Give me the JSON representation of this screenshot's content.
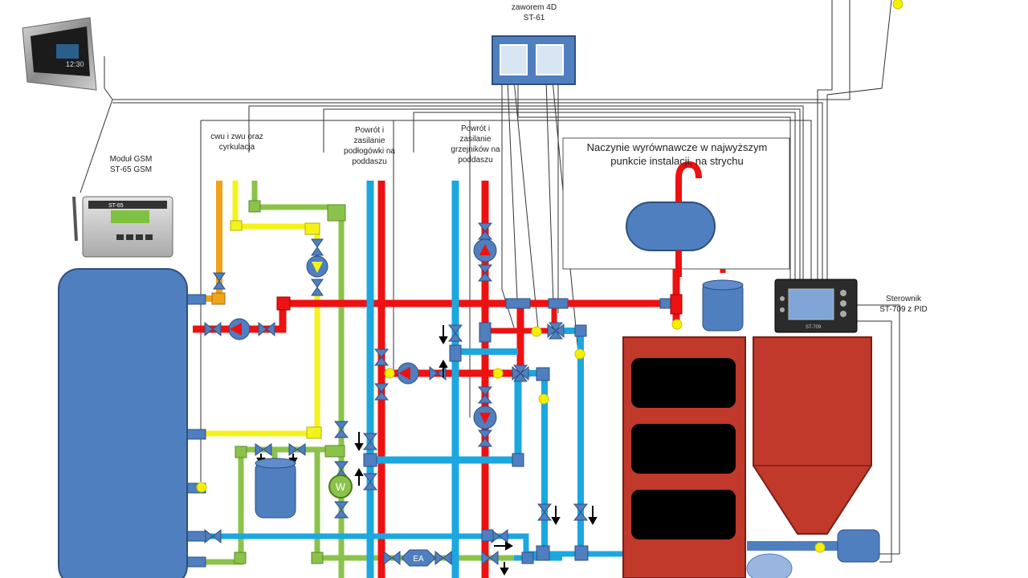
{
  "labels": {
    "mixing_controller": "zaworem 4D\nST-61",
    "gsm_module": "Moduł GSM\nST-65 GSM",
    "dhw_circulation": "cwu i zwu oraz\ncyrkulacja",
    "floor_heating_attic": "Powrót i\nzasilanie\npodłogówki na\npoddaszu",
    "radiators_attic": "Powrót i\nzasilanie\ngrzejników na\npoddaszu",
    "expansion_vessel": "Naczynie wyrównawcze w najwyższym\npunkcie instalacji, na strychu",
    "boiler_controller": "Sterownik\nST-709 z PID",
    "gsm_device_model": "ST-65",
    "room_panel_time": "12:30",
    "flow_meter_symbol": "W",
    "expansion_tank_symbol": "EA",
    "boiler_controller_model": "ST-709"
  },
  "colors": {
    "hot_supply": "#ee1111",
    "cold_return": "#1ba7e0",
    "dhw_yellow": "#f5f21b",
    "dhw_orange": "#f0a41b",
    "circulation_green": "#8bc34a",
    "tank_blue": "#4f7fbf",
    "boiler_red": "#c0392b",
    "sensor_yellow": "#f6f000",
    "wire": "#333333"
  }
}
